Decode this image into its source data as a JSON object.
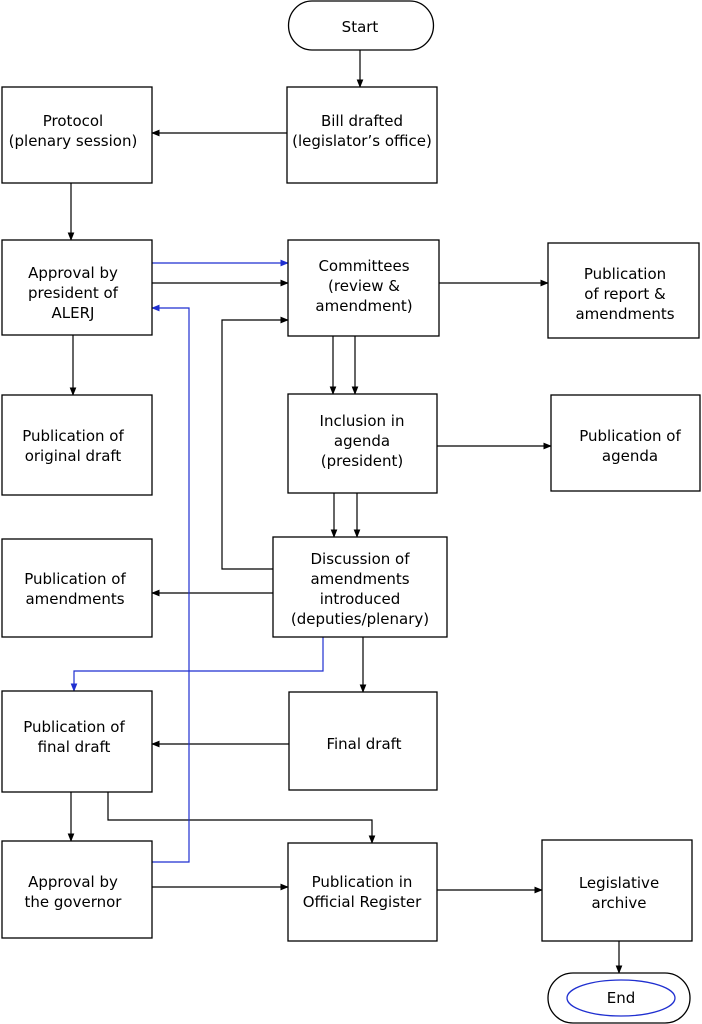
{
  "colors": {
    "box_stroke": "#000000",
    "edge": "#000000",
    "highlight_edge": "#1f2fd0"
  },
  "nodes": {
    "start": {
      "lines": [
        "Start"
      ]
    },
    "bill_drafted": {
      "lines": [
        "Bill drafted",
        "(legislator’s office)"
      ]
    },
    "protocol": {
      "lines": [
        "Protocol",
        "(plenary session)"
      ]
    },
    "approval_president": {
      "lines": [
        "Approval by",
        "president of",
        "ALERJ"
      ]
    },
    "committees": {
      "lines": [
        "Committees",
        "(review &",
        "amendment)"
      ]
    },
    "pub_report": {
      "lines": [
        "Publication",
        "of report &",
        "amendments"
      ]
    },
    "pub_original": {
      "lines": [
        "Publication of",
        "original draft"
      ]
    },
    "inclusion_agenda": {
      "lines": [
        "Inclusion in",
        "agenda",
        "(president)"
      ]
    },
    "pub_agenda": {
      "lines": [
        "Publication of",
        "agenda"
      ]
    },
    "pub_amendments": {
      "lines": [
        "Publication of",
        "amendments"
      ]
    },
    "discussion": {
      "lines": [
        "Discussion of",
        "amendments",
        "introduced",
        "(deputies/plenary)"
      ]
    },
    "pub_final": {
      "lines": [
        "Publication of",
        "final draft"
      ]
    },
    "final_draft": {
      "lines": [
        "Final draft"
      ]
    },
    "approval_governor": {
      "lines": [
        "Approval by",
        "the governor"
      ]
    },
    "pub_register": {
      "lines": [
        "Publication in",
        "Official Register"
      ]
    },
    "archive": {
      "lines": [
        "Legislative",
        "archive"
      ]
    },
    "end": {
      "lines": [
        "End"
      ]
    }
  }
}
